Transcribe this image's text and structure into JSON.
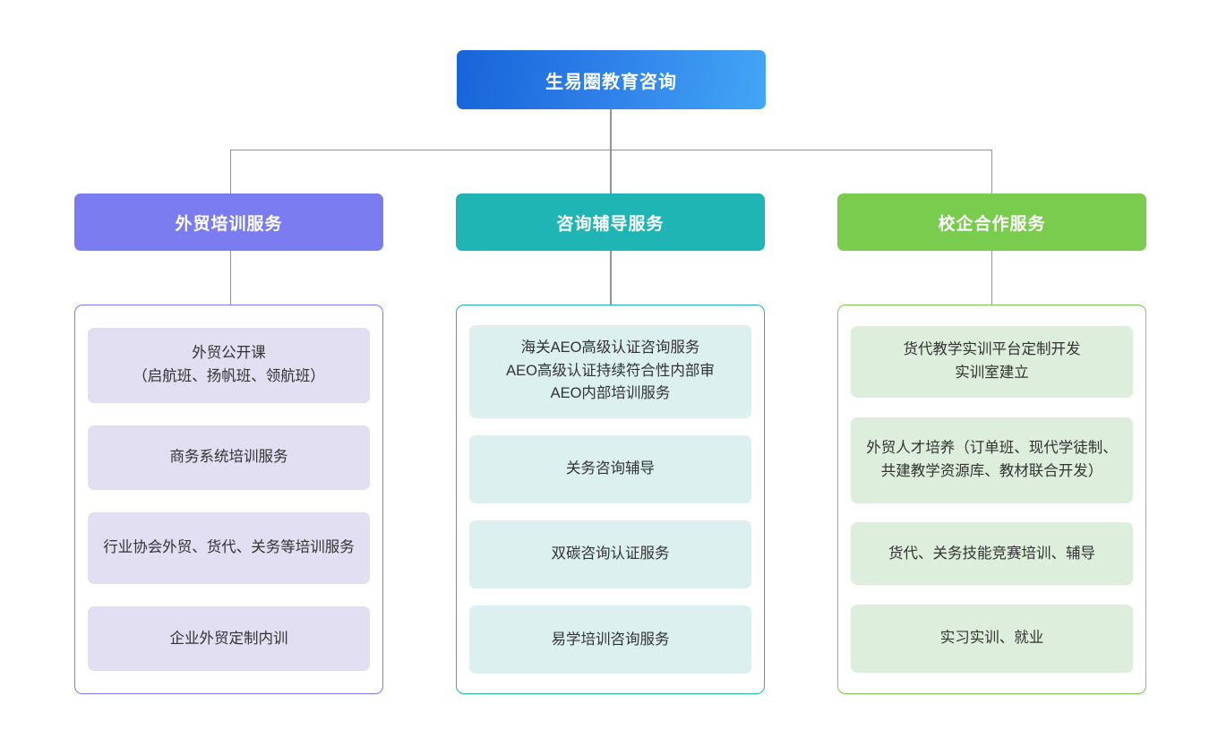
{
  "root": {
    "label": "生易圈教育咨询",
    "color": "#2d7ee8"
  },
  "branches": [
    {
      "header": "外贸培训服务",
      "color": "#7b7cf0",
      "item_fill": "#e2dff3",
      "items": [
        "外贸公开课\n（启航班、扬帆班、领航班）",
        "商务系统培训服务",
        "行业协会外贸、货代、关务等培训服务",
        "企业外贸定制内训"
      ]
    },
    {
      "header": "咨询辅导服务",
      "color": "#1fb5b5",
      "item_fill": "#dbf0ef",
      "items": [
        "海关AEO高级认证咨询服务\nAEO高级认证持续符合性内部审\nAEO内部培训服务",
        "关务咨询辅导",
        "双碳咨询认证服务",
        "易学培训咨询服务"
      ]
    },
    {
      "header": "校企合作服务",
      "color": "#79cc4d",
      "item_fill": "#ddeedd",
      "items": [
        "货代教学实训平台定制开发\n实训室建立",
        "外贸人才培养（订单班、现代学徒制、共建教学资源库、教材联合开发）",
        "货代、关务技能竞赛培训、辅导",
        "实习实训、就业"
      ]
    }
  ],
  "connector_color": "#8b93a5"
}
